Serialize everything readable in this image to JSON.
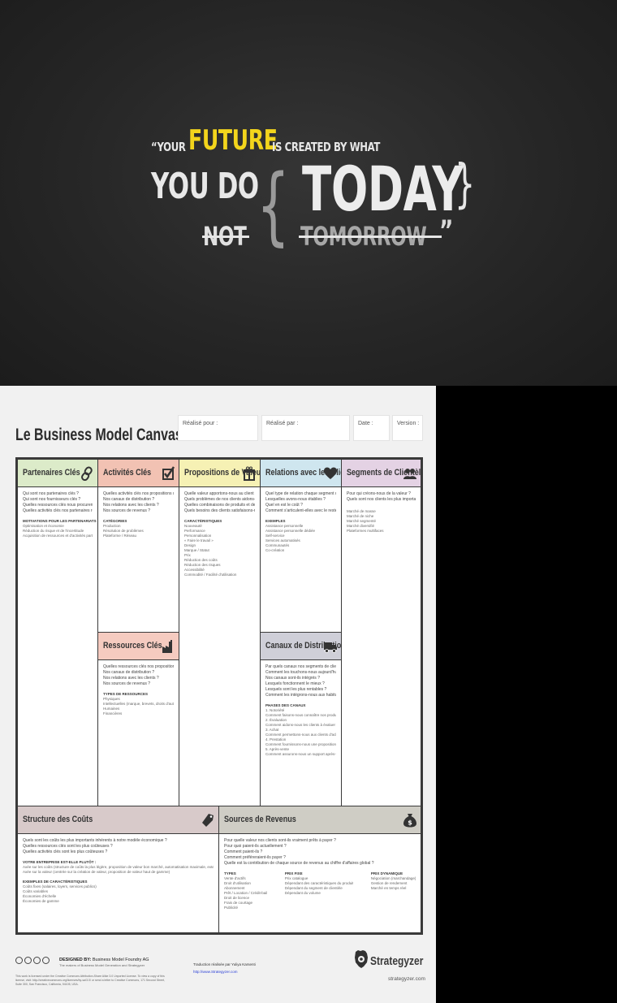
{
  "quote": {
    "open": "“YOUR",
    "future": "FUTURE",
    "created": "IS CREATED BY WHAT",
    "you_do": "YOU DO",
    "brace_left": "{",
    "today": "TODAY",
    "brace_right": "}",
    "not": "NOT",
    "tomorrow": "TOMORROW",
    "close": "”"
  },
  "canvas": {
    "title": "Le Business Model Canvas",
    "fields": {
      "designed_for": "Réalisé pour :",
      "designed_by": "Réalisé par :",
      "date": "Date :",
      "version": "Version :"
    },
    "blocks": {
      "partners": {
        "title": "Partenaires Clés",
        "icon": "link-icon",
        "questions": [
          "Qui sont nos partenaires clés ?",
          "Qui sont nos fournisseurs clés ?",
          "Quelles ressources clés nous procurent nos partenaires ?",
          "Quelles activités clés nos partenaires réalisent-ils ?"
        ],
        "sub_title": "MOTIVATIONS POUR LES PARTENARIATS",
        "sub_items": [
          "Optimisation et économie",
          "Réduction du risque et de l'incertitude",
          "Acquisition de ressources et d'activités particulières"
        ]
      },
      "activities": {
        "title": "Activités Clés",
        "icon": "checkbox-icon",
        "questions": [
          "Quelles activités clés nos propositions de valeur requièrent-elles ?",
          "Nos canaux de distribution ?",
          "Nos relations avec les clients ?",
          "Nos sources de revenus ?"
        ],
        "sub_title": "CATÉGORIES",
        "sub_items": [
          "Production",
          "Résolution de problèmes",
          "Plateforme / Réseau"
        ]
      },
      "resources": {
        "title": "Ressources Clés",
        "icon": "factory-icon",
        "questions": [
          "Quelles ressources clés nos propositions de valeur requièrent-elles ?",
          "Nos canaux de distribution ?",
          "Nos relations avec les clients ?",
          "Nos sources de revenus ?"
        ],
        "sub_title": "TYPES DE RESSOURCES",
        "sub_items": [
          "Physiques",
          "Intellectuelles (marque, brevets, droits d'auteur, données)",
          "Humaines",
          "Financières"
        ]
      },
      "value": {
        "title": "Propositions de Valeur",
        "icon": "gift-icon",
        "questions": [
          "Quelle valeur apportons-nous au client ?",
          "Quels problèmes de nos clients aidons-nous à résoudre ?",
          "Quelles combinaisons de produits et de services proposons-nous à chaque segment de clientèle ?",
          "Quels besoins des clients satisfaisons-nous ?"
        ],
        "sub_title": "CARACTÉRISTIQUES",
        "sub_items": [
          "Nouveauté",
          "Performance",
          "Personnalisation",
          "« Faire le travail »",
          "Design",
          "Marque / Statut",
          "Prix",
          "Réduction des coûts",
          "Réduction des risques",
          "Accessibilité",
          "Commodité / Facilité d'utilisation"
        ]
      },
      "relations": {
        "title": "Relations avec les Clients",
        "icon": "heart-icon",
        "questions": [
          "Quel type de relation chaque segment de clientèle attend-il que nous établissions et entretenions avec lui ?",
          "Lesquelles avons-nous établies ?",
          "Quel en est le coût ?",
          "Comment s'articulent-elles avec le reste de notre modèle économique ?"
        ],
        "sub_title": "EXEMPLES",
        "sub_items": [
          "Assistance personnelle",
          "Assistance personnelle dédiée",
          "Self-service",
          "Services automatisés",
          "Communautés",
          "Co-création"
        ]
      },
      "channels": {
        "title": "Canaux de Distribution",
        "icon": "truck-icon",
        "questions": [
          "Par quels canaux nos segments de clientèle veulent-ils être touchés ?",
          "Comment les touchons-nous aujourd'hui ?",
          "Nos canaux sont-ils intégrés ?",
          "Lesquels fonctionnent le mieux ?",
          "Lesquels sont les plus rentables ?",
          "Comment les intégrons-nous aux habitudes des clients ?"
        ],
        "sub_title": "PHASES DES CANAUX",
        "sub_items": [
          "1. Notoriété",
          "Comment faisons-nous connaître nos produits et services ?",
          "2. Évaluation",
          "Comment aidons-nous les clients à évaluer notre proposition de valeur ?",
          "3. Achat",
          "Comment permettons-nous aux clients d'acheter des produits et services spécifiques ?",
          "4. Prestation",
          "Comment fournissons-nous une proposition de valeur aux clients ?",
          "5. Après-vente",
          "Comment assurons-nous un support après-vente ?"
        ]
      },
      "segments": {
        "title": "Segments de Clientèle",
        "icon": "users-icon",
        "questions": [
          "Pour qui créons-nous de la valeur ?",
          "Quels sont nos clients les plus importants ?"
        ],
        "sub_items": [
          "Marché de masse",
          "Marché de niche",
          "Marché segmenté",
          "Marché diversifié",
          "Plateformes multifaces"
        ]
      },
      "costs": {
        "title": "Structure des Coûts",
        "icon": "tag-icon",
        "questions": [
          "Quels sont les coûts les plus importants inhérents à notre modèle économique ?",
          "Quelles ressources clés sont les plus coûteuses ?",
          "Quelles activités clés sont les plus coûteuses ?"
        ],
        "sub_title": "VOTRE ENTREPRISE EST-ELLE PLUTÔT :",
        "sub_items": [
          "Axée sur les coûts (structure de coûts la plus légère, proposition de valeur bon marché, automatisation maximale, externalisation étendue)",
          "Axée sur la valeur (centrée sur la création de valeur, proposition de valeur haut de gamme)"
        ],
        "sub_title_2": "EXEMPLES DE CARACTÉRISTIQUES",
        "sub_items_2": [
          "Coûts fixes (salaires, loyers, services publics)",
          "Coûts variables",
          "Économies d'échelle",
          "Économies de gamme"
        ]
      },
      "revenue": {
        "title": "Sources de Revenus",
        "icon": "money-bag-icon",
        "questions": [
          "Pour quelle valeur nos clients sont-ils vraiment prêts à payer ?",
          "Pour quoi paient-ils actuellement ?",
          "Comment paient-ils ?",
          "Comment préféreraient-ils payer ?",
          "Quelle est la contribution de chaque source de revenus au chiffre d'affaires global ?"
        ],
        "columns": [
          {
            "heading": "TYPES",
            "items": [
              "Vente d'actifs",
              "Droit d'utilisation",
              "Abonnement",
              "Prêt / Location / Crédit-bail",
              "Droit de licence",
              "Frais de courtage",
              "Publicité"
            ]
          },
          {
            "heading": "PRIX FIXE",
            "items": [
              "Prix catalogue",
              "Dépendant des caractéristiques du produit",
              "Dépendant du segment de clientèle",
              "Dépendant du volume"
            ]
          },
          {
            "heading": "PRIX DYNAMIQUE",
            "items": [
              "Négociation (marchandage)",
              "Gestion de rendement",
              "Marché en temps réel"
            ]
          }
        ]
      }
    },
    "footer": {
      "designed_by_label": "DESIGNED BY:",
      "designed_by_value": "Business Model Foundry AG",
      "tagline": "The makers of Business Model Generation and Strategyzer",
      "license": "This work is licensed under the Creative Commons Attribution-Share Alike 3.0 Unported License. To view a copy of this license, visit: http://creativecommons.org/licenses/by-sa/3.0/ or send a letter to Creative Commons, 171 Second Street, Suite 300, San Francisco, California, 94105, USA.",
      "print_note": "Traduction réalisée par Yuliya Karsenti",
      "link": "http://www.Strategyzer.com",
      "brand": "Strategyzer",
      "brand_url": "strategyzer.com"
    }
  }
}
